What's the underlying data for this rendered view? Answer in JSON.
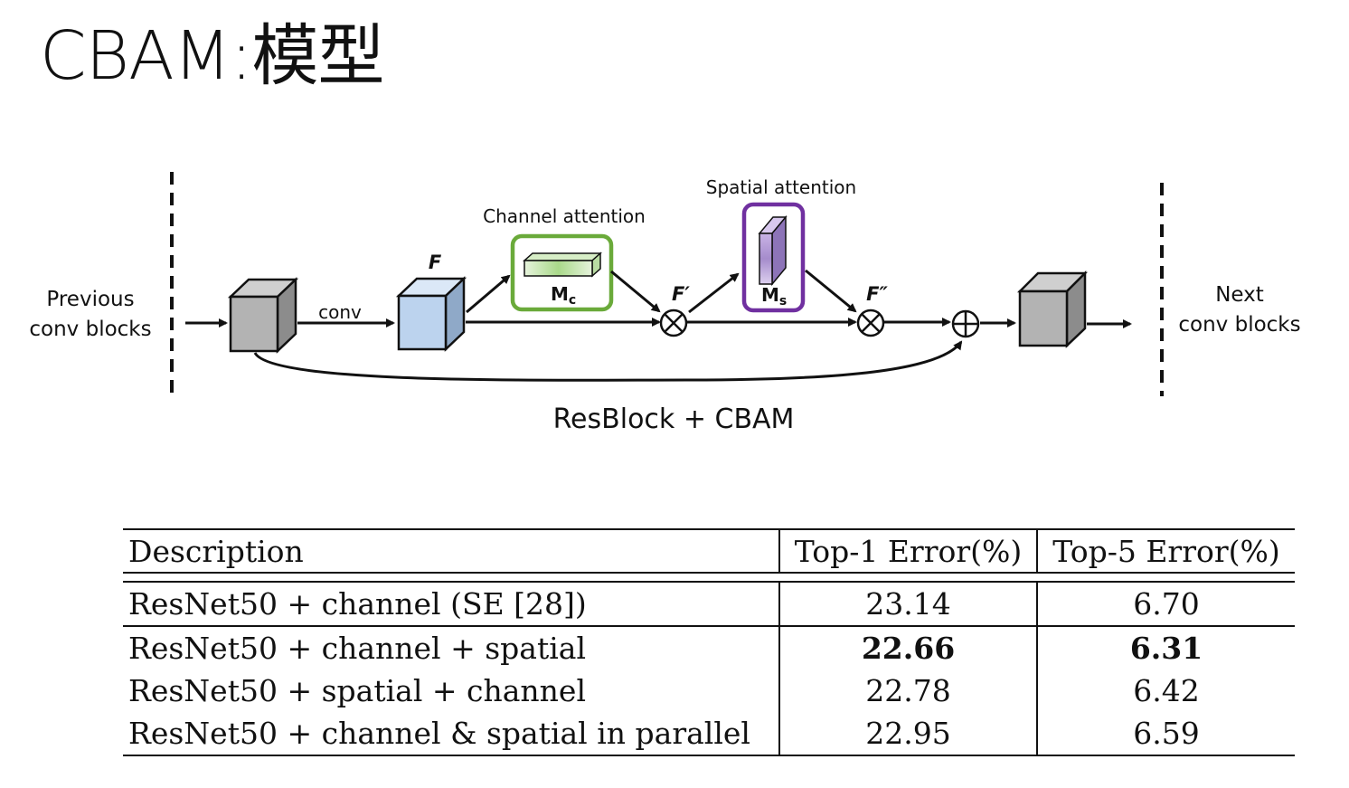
{
  "slide": {
    "title": "CBAM:模型"
  },
  "diagram": {
    "previous_label_line1": "Previous",
    "previous_label_line2": "conv blocks",
    "next_label_line1": "Next",
    "next_label_line2": "conv blocks",
    "conv_label": "conv",
    "feature_label": "F",
    "feature_prime_label": "F′",
    "feature_double_prime_label": "F″",
    "channel_attention_label": "Channel attention",
    "spatial_attention_label": "Spatial attention",
    "mc_main": "M",
    "mc_sub": "c",
    "ms_main": "M",
    "ms_sub": "s",
    "caption": "ResBlock + CBAM",
    "colors": {
      "channel_box": "#6aaa3a",
      "spatial_box": "#7030a0",
      "feature_cube": "#bcd3ee",
      "block_cube": "#b3b3b3"
    }
  },
  "table": {
    "headers": [
      "Description",
      "Top-1 Error(%)",
      "Top-5 Error(%)"
    ],
    "rows": [
      {
        "description": "ResNet50 + channel (SE [28])",
        "top1": "23.14",
        "top5": "6.70",
        "best": false
      },
      {
        "description": "ResNet50 + channel + spatial",
        "top1": "22.66",
        "top5": "6.31",
        "best": true
      },
      {
        "description": "ResNet50 + spatial + channel",
        "top1": "22.78",
        "top5": "6.42",
        "best": false
      },
      {
        "description": "ResNet50 + channel & spatial in parallel",
        "top1": "22.95",
        "top5": "6.59",
        "best": false
      }
    ]
  }
}
